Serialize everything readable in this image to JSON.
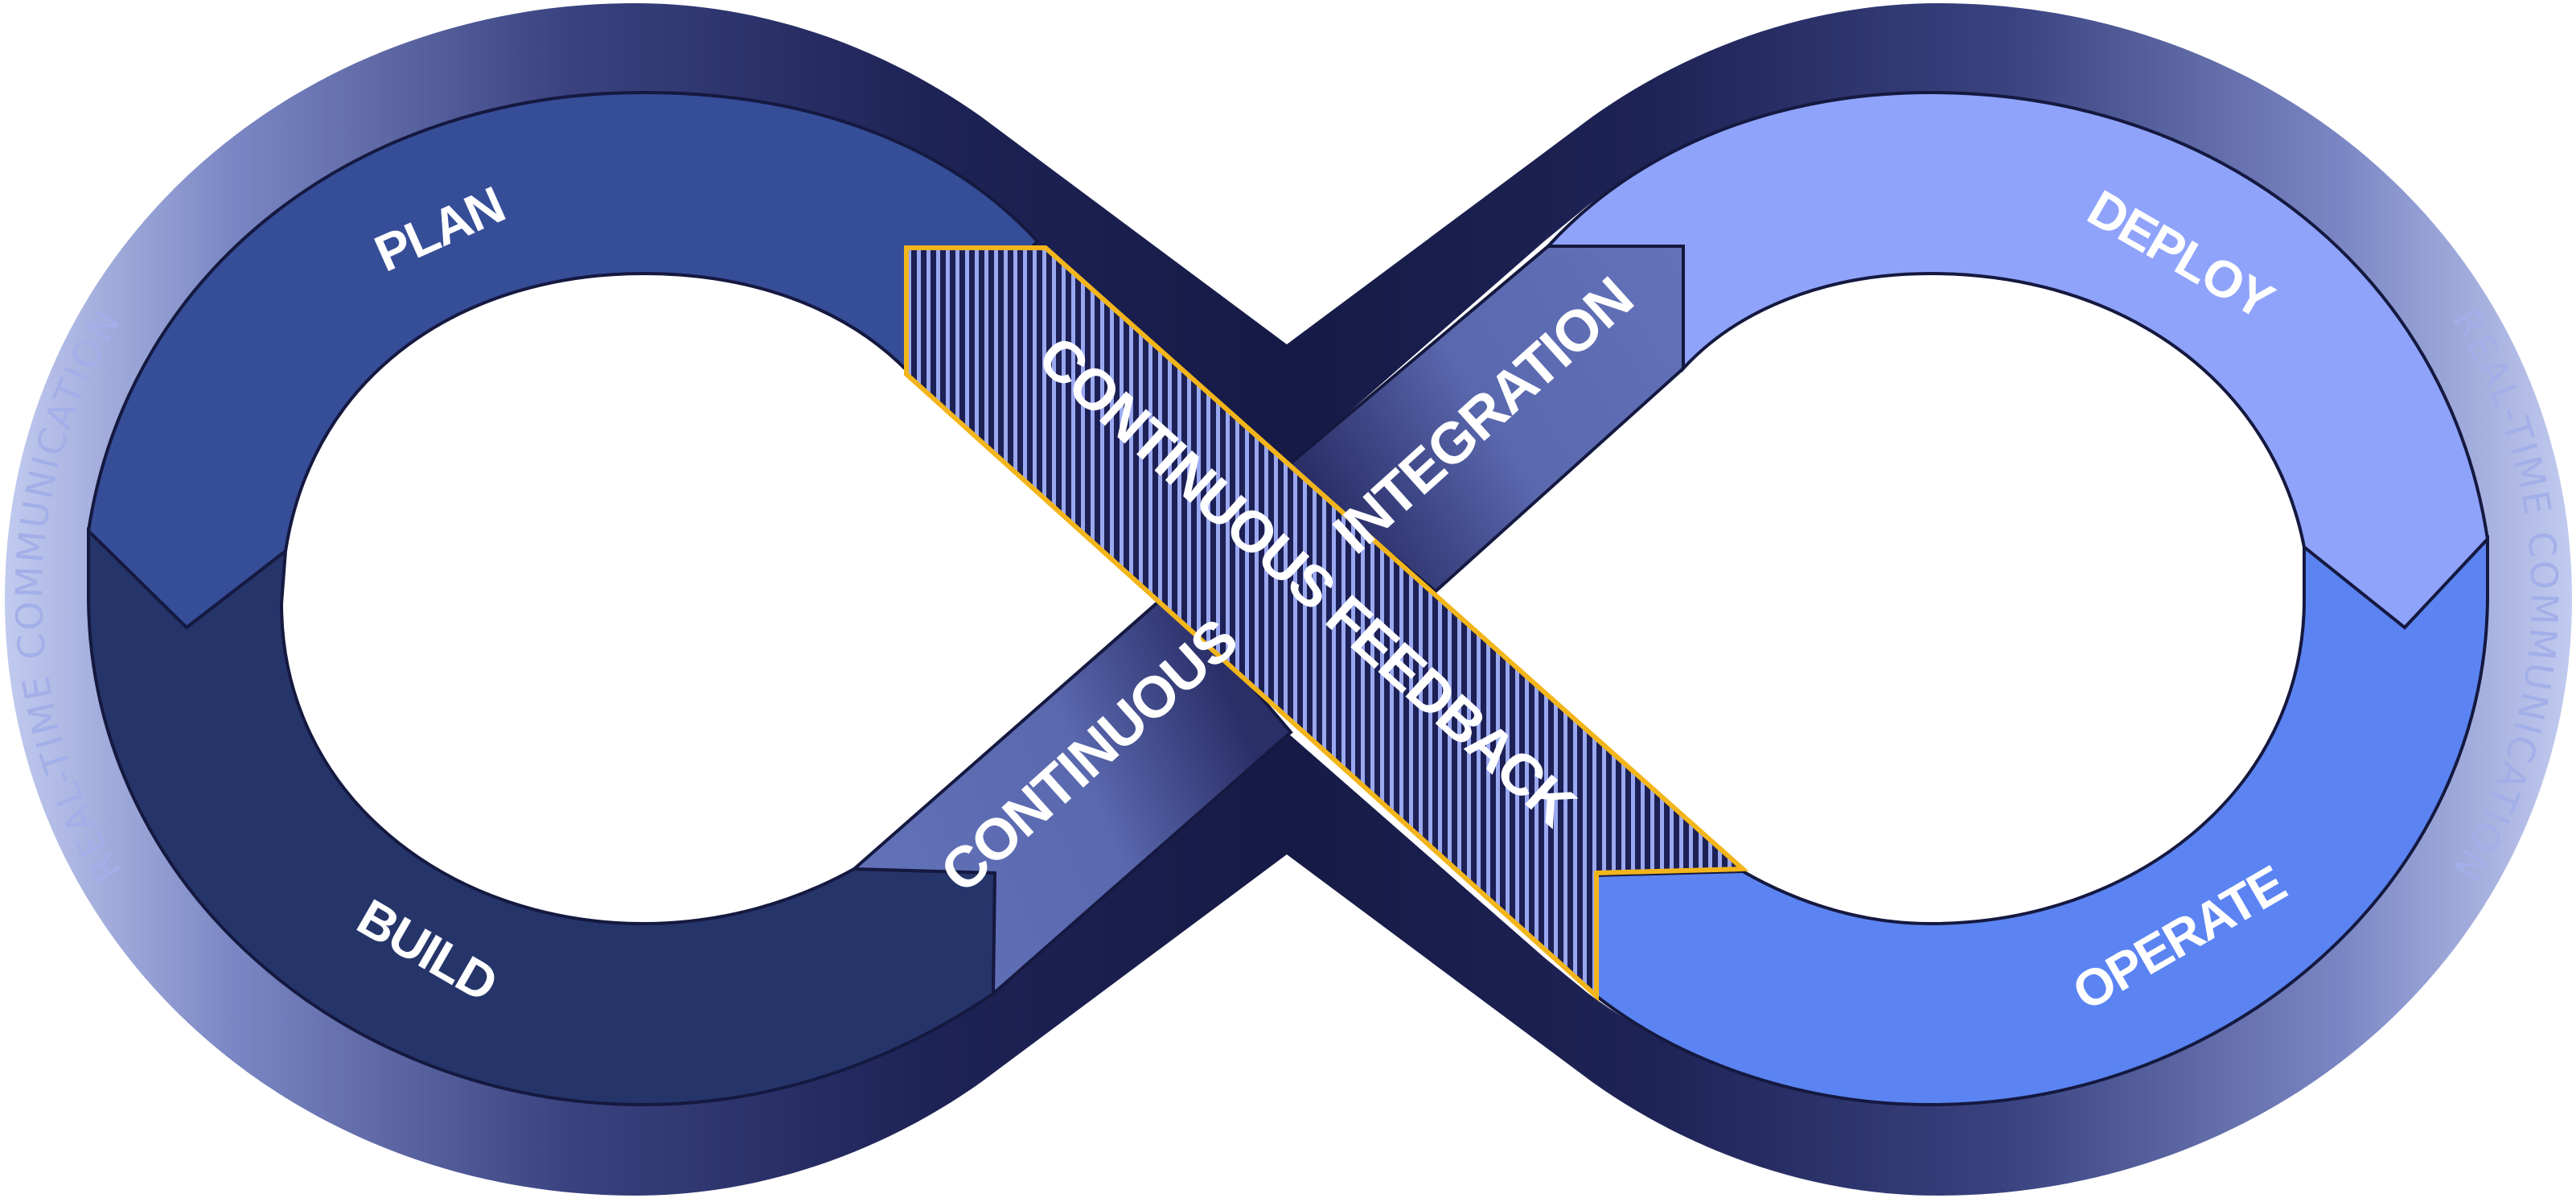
{
  "segments": {
    "plan": "PLAN",
    "build": "BUILD",
    "deploy": "DEPLOY",
    "operate": "OPERATE"
  },
  "arrows": {
    "continuous": "CONTINUOUS",
    "integration": "INTEGRATION",
    "continuous_feedback": "CONTINUOUS FEEDBACK"
  },
  "ring": {
    "left": "REAL-TIME COMMUNICATION",
    "right": "REAL-TIME COMMUNICATION"
  },
  "colors": {
    "plan": "#364d98",
    "build": "#25356a",
    "deploy": "#8fa3fb",
    "operate": "#5b84f2",
    "arrow": "#6272b9",
    "feedback_stripe_dark": "#1c2054",
    "feedback_stripe_light": "#9aa8f0",
    "feedback_outline": "#f2b51b",
    "outline": "#151940",
    "ring_text": "#a3afe8"
  }
}
